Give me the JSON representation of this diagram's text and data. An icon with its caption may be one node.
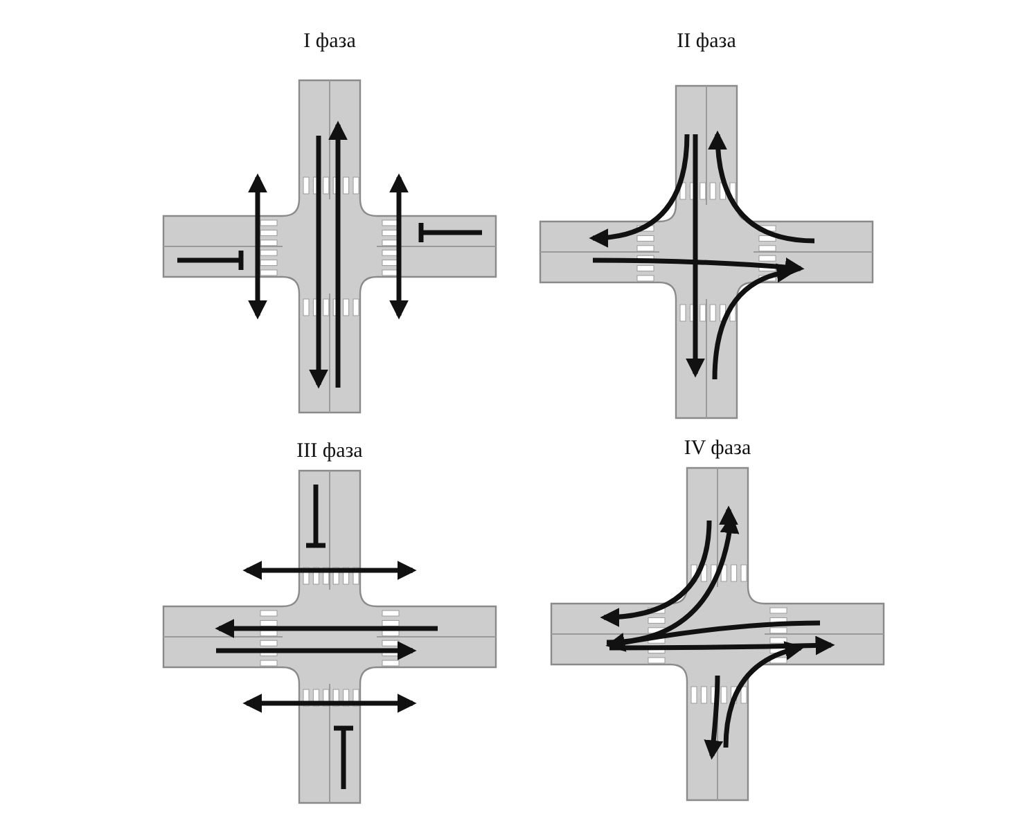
{
  "diagram": {
    "labels": [
      "I фаза",
      "II фаза",
      "III фаза",
      "IV фаза"
    ]
  }
}
